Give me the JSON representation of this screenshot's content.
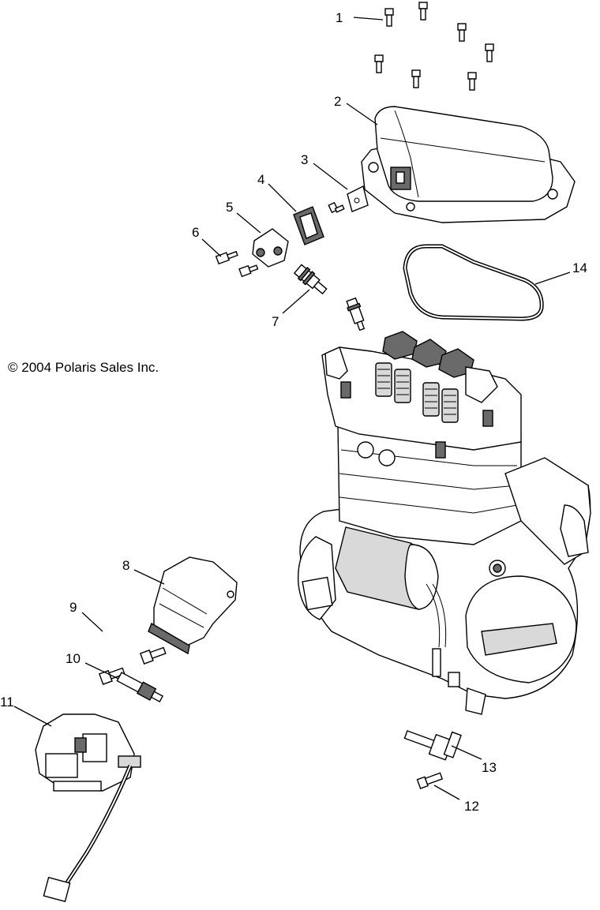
{
  "copyright": "© 2004 Polaris Sales Inc.",
  "callouts": [
    {
      "id": "c1",
      "num": "1"
    },
    {
      "id": "c2",
      "num": "2"
    },
    {
      "id": "c3",
      "num": "3"
    },
    {
      "id": "c4",
      "num": "4"
    },
    {
      "id": "c5",
      "num": "5"
    },
    {
      "id": "c6",
      "num": "6"
    },
    {
      "id": "c7",
      "num": "7"
    },
    {
      "id": "c8",
      "num": "8"
    },
    {
      "id": "c9",
      "num": "9"
    },
    {
      "id": "c10",
      "num": "10"
    },
    {
      "id": "c11",
      "num": "11"
    },
    {
      "id": "c12",
      "num": "12"
    },
    {
      "id": "c13",
      "num": "13"
    },
    {
      "id": "c14",
      "num": "14"
    }
  ]
}
